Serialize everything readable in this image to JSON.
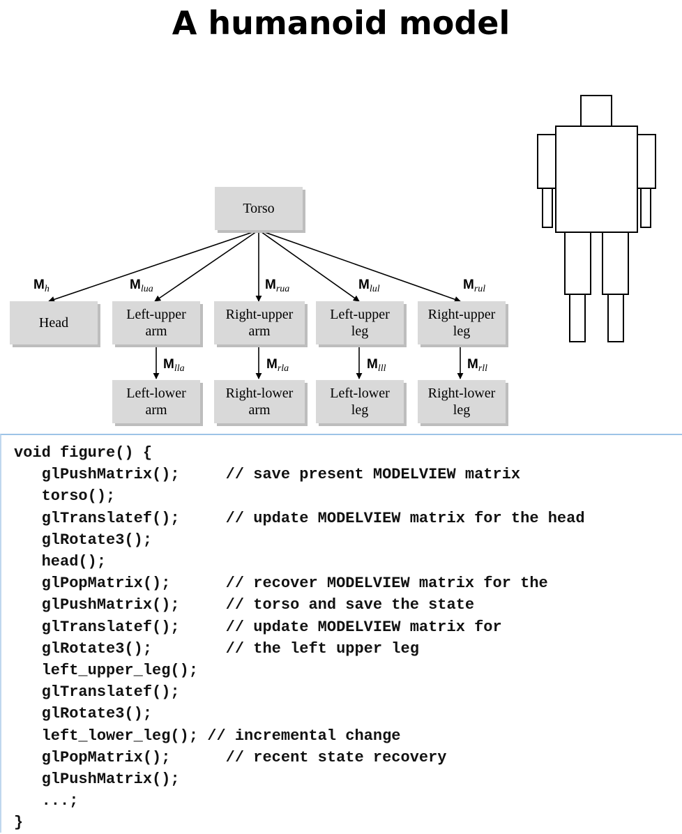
{
  "title": "A humanoid model",
  "tree": {
    "nodes": [
      {
        "id": "torso",
        "label": "Torso"
      },
      {
        "id": "head",
        "label": "Head"
      },
      {
        "id": "left-upper-arm",
        "label": "Left-upper\narm"
      },
      {
        "id": "right-upper-arm",
        "label": "Right-upper\narm"
      },
      {
        "id": "left-upper-leg",
        "label": "Left-upper\nleg"
      },
      {
        "id": "right-upper-leg",
        "label": "Right-upper\nleg"
      },
      {
        "id": "left-lower-arm",
        "label": "Left-lower\narm"
      },
      {
        "id": "right-lower-arm",
        "label": "Right-lower\narm"
      },
      {
        "id": "left-lower-leg",
        "label": "Left-lower\nleg"
      },
      {
        "id": "right-lower-leg",
        "label": "Right-lower\nleg"
      }
    ],
    "edges": [
      {
        "from": "torso",
        "to": "head",
        "matrix": "M",
        "sub": "h"
      },
      {
        "from": "torso",
        "to": "left-upper-arm",
        "matrix": "M",
        "sub": "lua"
      },
      {
        "from": "torso",
        "to": "right-upper-arm",
        "matrix": "M",
        "sub": "rua"
      },
      {
        "from": "torso",
        "to": "left-upper-leg",
        "matrix": "M",
        "sub": "lul"
      },
      {
        "from": "torso",
        "to": "right-upper-leg",
        "matrix": "M",
        "sub": "rul"
      },
      {
        "from": "left-upper-arm",
        "to": "left-lower-arm",
        "matrix": "M",
        "sub": "lla"
      },
      {
        "from": "right-upper-arm",
        "to": "right-lower-arm",
        "matrix": "M",
        "sub": "rla"
      },
      {
        "from": "left-upper-leg",
        "to": "left-lower-leg",
        "matrix": "M",
        "sub": "lll"
      },
      {
        "from": "right-upper-leg",
        "to": "right-lower-leg",
        "matrix": "M",
        "sub": "rll"
      }
    ]
  },
  "code": {
    "lines": [
      "void figure() {",
      "   glPushMatrix();     // save present MODELVIEW matrix",
      "   torso();",
      "   glTranslatef();     // update MODELVIEW matrix for the head",
      "   glRotate3();",
      "   head();",
      "   glPopMatrix();      // recover MODELVIEW matrix for the",
      "   glPushMatrix();     // torso and save the state",
      "   glTranslatef();     // update MODELVIEW matrix for",
      "   glRotate3();        // the left upper leg",
      "   left_upper_leg();",
      "   glTranslatef();",
      "   glRotate3();",
      "   left_lower_leg(); // incremental change",
      "   glPopMatrix();      // recent state recovery",
      "   glPushMatrix();",
      "   ...;",
      "}"
    ]
  }
}
